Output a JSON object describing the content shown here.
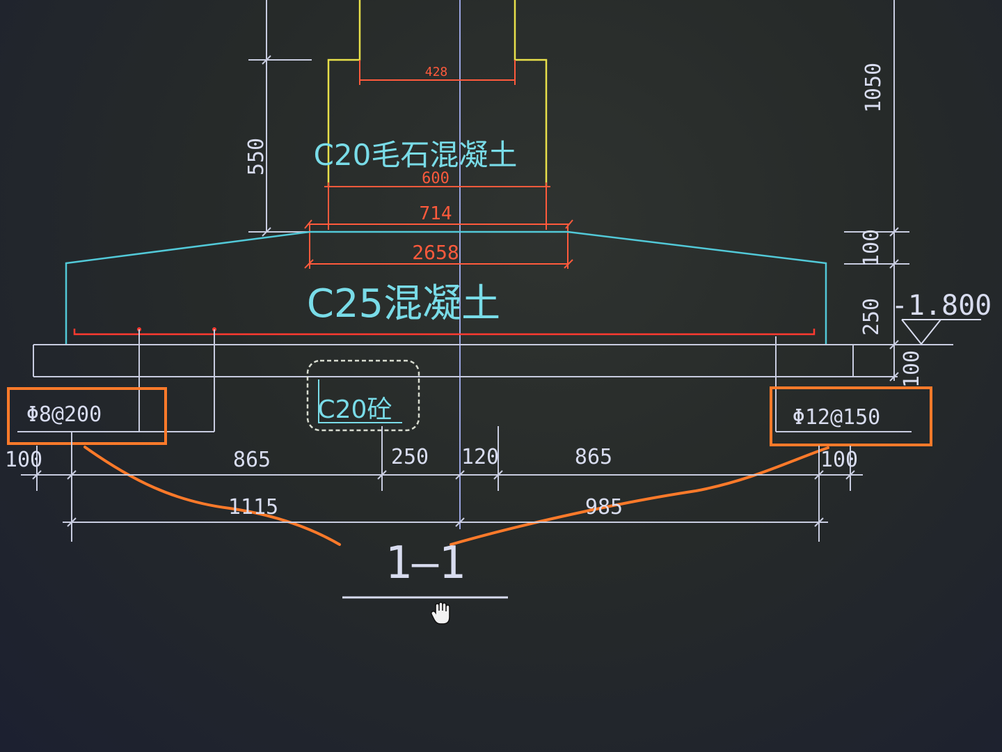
{
  "drawing": {
    "section_title": "1—1",
    "materials": {
      "rubble_concrete": "C20毛石混凝土",
      "footing_concrete": "C25混凝土",
      "cushion_concrete": "C20砼"
    },
    "rebar": {
      "left_callout": "Φ8@200",
      "right_callout": "Φ12@150"
    },
    "elevation": {
      "label": "-1.800"
    },
    "dimensions": {
      "wall_top_width": "428",
      "pier_width": "600",
      "pier_base_width": "714",
      "footing_top_width": "2658",
      "left_height": "550",
      "right_height_total": "1050",
      "right_h_100_top": "100",
      "right_h_250": "250",
      "right_h_100_bottom": "100",
      "bottom_left_100": "100",
      "bottom_865_left": "865",
      "bottom_250": "250",
      "bottom_120": "120",
      "bottom_865_right": "865",
      "bottom_right_100": "100",
      "bottom_1115": "1115",
      "bottom_985": "985"
    },
    "colors": {
      "background": "#262a29",
      "dimension_lines": "#c8cce0",
      "rubble_outline": "#e8e04a",
      "footing_outline": "#52c9d8",
      "red_dimension": "#ff5a3c",
      "rebar": "#ff3a30",
      "annotation_orange": "#ff7a2a",
      "text_cyan": "#79dce8",
      "text_white": "#d8dcef"
    },
    "icons": {
      "cursor": "hand-cursor-icon"
    }
  }
}
